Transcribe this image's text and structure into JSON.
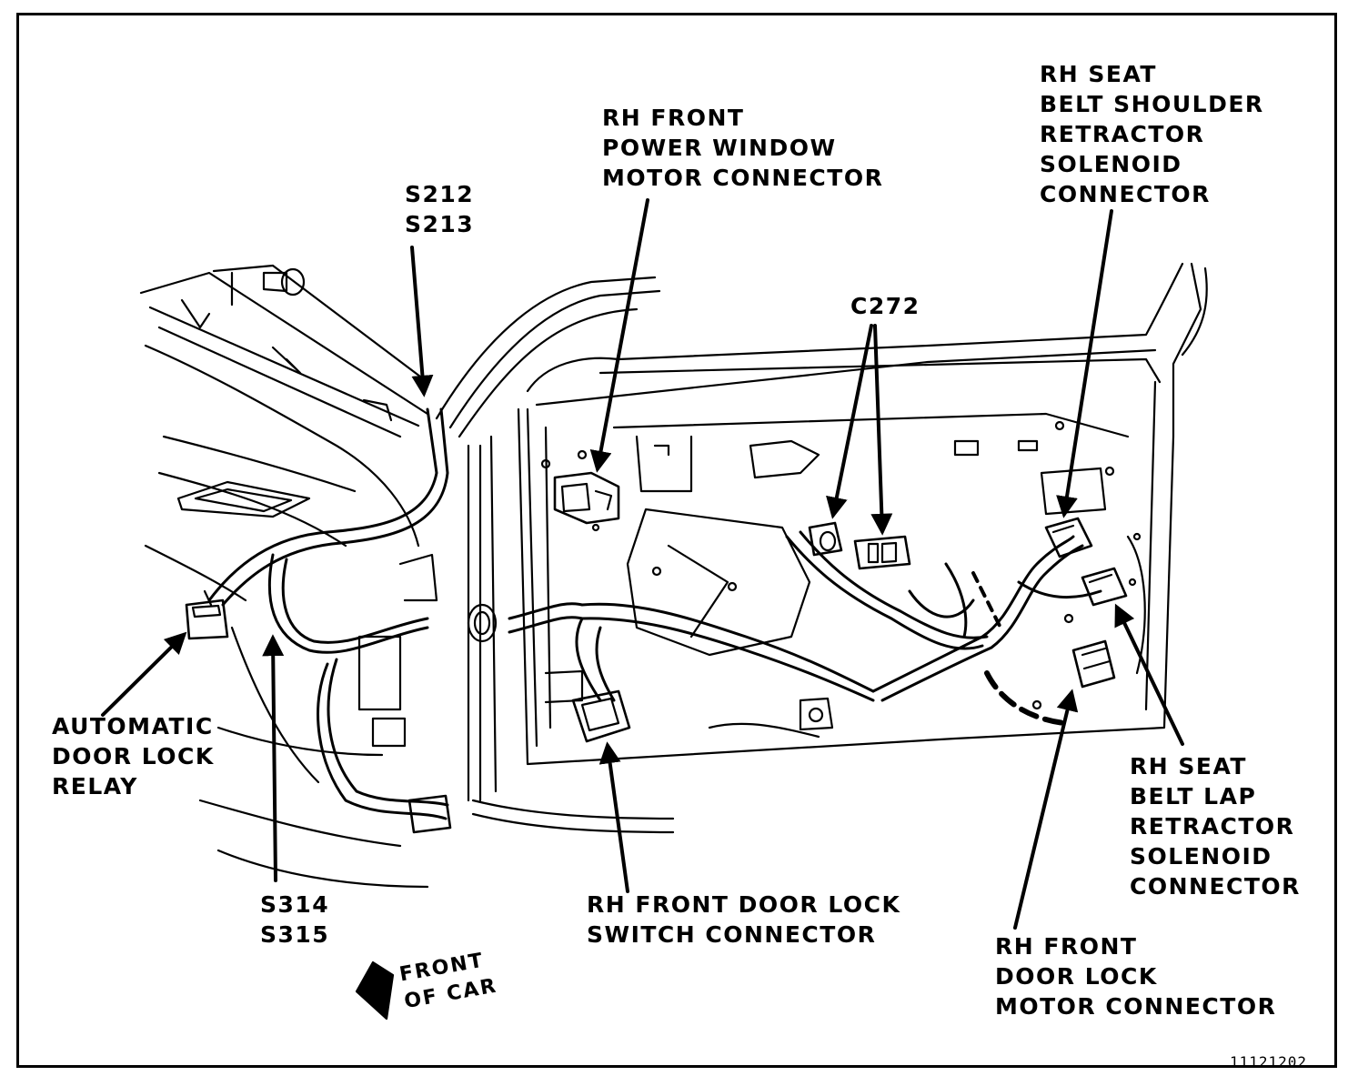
{
  "labels": {
    "power_window": [
      "RH FRONT",
      "POWER WINDOW",
      "MOTOR CONNECTOR"
    ],
    "seat_belt_shoulder": [
      "RH SEAT",
      "BELT SHOULDER",
      "RETRACTOR",
      "SOLENOID",
      "CONNECTOR"
    ],
    "splice_s212": [
      "S212",
      "S213"
    ],
    "connector_c272": [
      "C272"
    ],
    "auto_door_lock_relay": [
      "AUTOMATIC",
      "DOOR LOCK",
      "RELAY"
    ],
    "splice_s314": [
      "S314",
      "S315"
    ],
    "door_lock_switch": [
      "RH FRONT DOOR LOCK",
      "SWITCH CONNECTOR"
    ],
    "seat_belt_lap": [
      "RH SEAT",
      "BELT LAP",
      "RETRACTOR",
      "SOLENOID",
      "CONNECTOR"
    ],
    "door_lock_motor": [
      "RH FRONT",
      "DOOR LOCK",
      "MOTOR CONNECTOR"
    ]
  },
  "front_of_car": [
    "FRONT",
    "OF CAR"
  ],
  "figure_number": "11121202",
  "colors": {
    "ink": "#000000",
    "paper": "#ffffff"
  }
}
